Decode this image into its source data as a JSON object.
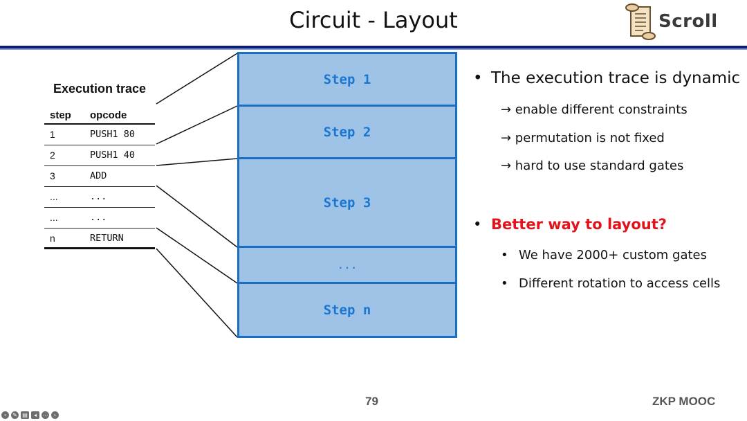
{
  "slide": {
    "title": "Circuit - Layout",
    "logo_text": "Scroll",
    "page_number": "79",
    "footer_tag": "ZKP MOOC"
  },
  "trace": {
    "title": "Execution trace",
    "header": {
      "step": "step",
      "opcode": "opcode"
    },
    "rows": [
      {
        "step": "1",
        "opcode": "PUSH1 80"
      },
      {
        "step": "2",
        "opcode": "PUSH1 40"
      },
      {
        "step": "3",
        "opcode": "ADD"
      },
      {
        "step": "...",
        "opcode": "..."
      },
      {
        "step": "...",
        "opcode": "..."
      },
      {
        "step": "n",
        "opcode": "RETURN"
      }
    ]
  },
  "circuit": {
    "cells": [
      "Step 1",
      "Step 2",
      "Step 3",
      "...",
      "Step n"
    ]
  },
  "bullets": {
    "main": "The execution trace is dynamic",
    "subs": [
      "→ enable different constraints",
      "→ permutation is not fixed",
      "→ hard to use standard gates"
    ],
    "question": "Better way to layout?",
    "question_subs": [
      "We have 2000+ custom gates",
      "Different rotation to access cells"
    ],
    "bullet_glyph": "•"
  },
  "colors": {
    "rule": "#0b1e73",
    "cell_fill": "#9fc3e6",
    "cell_border": "#1a6fc2",
    "cell_text": "#1976d2",
    "highlight": "#e0141c"
  },
  "controls": [
    "back-icon",
    "pen-icon",
    "captions-icon",
    "volume-icon",
    "more-icon",
    "forward-icon"
  ]
}
